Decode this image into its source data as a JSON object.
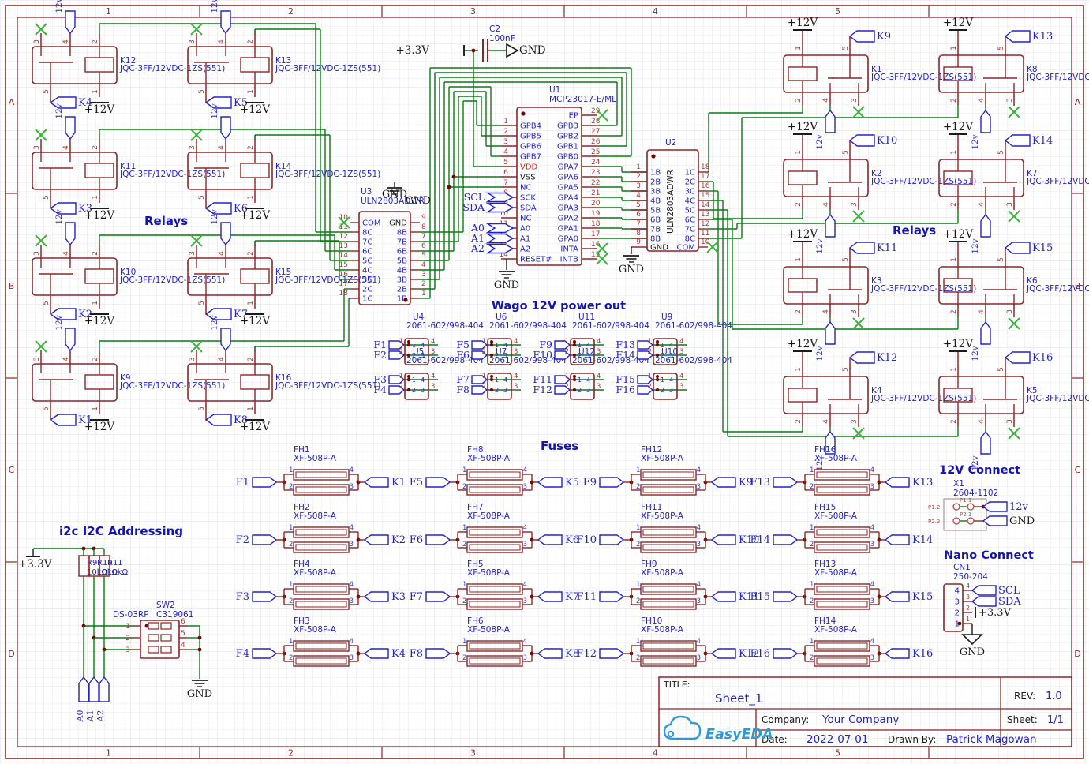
{
  "canvas": {
    "ruler_numbers": [
      "1",
      "2",
      "3",
      "4",
      "5"
    ],
    "ruler_letters": [
      "A",
      "B",
      "C",
      "D"
    ]
  },
  "colors": {
    "wire": "#0a7a12",
    "component": "#8b2626",
    "pin_number": "#a33a3a",
    "label_blue": "#2323c8",
    "title_blue": "#1414b4",
    "xmark": "#3cb43c",
    "junction": "#800000",
    "border": "#8b2626",
    "logo_blue": "#2e9bd6",
    "pad_red": "#c04545",
    "vdd_red": "#d02020",
    "black": "#1a1a1a"
  },
  "section_titles": {
    "relays_left": "Relays",
    "relays_right": "Relays",
    "wago": "Wago 12V power out",
    "fuses": "Fuses",
    "i2c": "i2c I2C Addressing",
    "v12": "12V Connect",
    "nano": "Nano Connect"
  },
  "power_labels": {
    "p12": "+12V",
    "p33": "+3.3V",
    "gnd": "GND",
    "v12_port": "12v"
  },
  "relay_part": "JQC-3FF/12VDC-1ZS(551)",
  "relay_pin_numbers": {
    "top": [
      "3",
      "4",
      "2"
    ],
    "bottom": [
      "5",
      "1"
    ],
    "right_top": [
      "1",
      "5"
    ],
    "right_bottom": [
      "2",
      "4",
      "3"
    ]
  },
  "left_relays": [
    {
      "ref": "K12",
      "port": "K4"
    },
    {
      "ref": "K11",
      "port": "K3"
    },
    {
      "ref": "K10",
      "port": "K2"
    },
    {
      "ref": "K9",
      "port": "K1"
    },
    {
      "ref": "K13",
      "port": "K5"
    },
    {
      "ref": "K14",
      "port": "K6"
    },
    {
      "ref": "K15",
      "port": "K7"
    },
    {
      "ref": "K16",
      "port": "K8"
    }
  ],
  "right_relays": [
    {
      "ref": "K1",
      "port": "K9"
    },
    {
      "ref": "K2",
      "port": "K10"
    },
    {
      "ref": "K3",
      "port": "K11"
    },
    {
      "ref": "K4",
      "port": "K12"
    },
    {
      "ref": "K8",
      "port": "K13"
    },
    {
      "ref": "K7",
      "port": "K14"
    },
    {
      "ref": "K6",
      "port": "K15"
    },
    {
      "ref": "K5",
      "port": "K16"
    }
  ],
  "u1": {
    "ref": "U1",
    "part": "MCP23017-E/ML",
    "left": [
      [
        "1",
        "GPB4"
      ],
      [
        "2",
        "GPB5"
      ],
      [
        "3",
        "GPB6"
      ],
      [
        "4",
        "GPB7"
      ],
      [
        "5",
        "VDD"
      ],
      [
        "6",
        "VSS"
      ],
      [
        "7",
        "NC"
      ],
      [
        "8",
        "SCK"
      ],
      [
        "9",
        "SDA"
      ],
      [
        "10",
        "NC"
      ],
      [
        "11",
        "A0"
      ],
      [
        "12",
        "A1"
      ],
      [
        "13",
        "A2"
      ],
      [
        "14",
        "RESET#"
      ]
    ],
    "right": [
      [
        "29",
        "EP"
      ],
      [
        "28",
        "GPB3"
      ],
      [
        "27",
        "GPB2"
      ],
      [
        "26",
        "GPB1"
      ],
      [
        "25",
        "GPB0"
      ],
      [
        "24",
        "GPA7"
      ],
      [
        "23",
        "GPA6"
      ],
      [
        "22",
        "GPA5"
      ],
      [
        "21",
        "GPA4"
      ],
      [
        "20",
        "GPA3"
      ],
      [
        "19",
        "GPA2"
      ],
      [
        "18",
        "GPA1"
      ],
      [
        "17",
        "GPA0"
      ],
      [
        "16",
        "INTA"
      ],
      [
        "15",
        "INTB"
      ]
    ]
  },
  "u1_flags": {
    "scl": "SCL",
    "sda": "SDA",
    "addr": [
      "A0",
      "A1",
      "A2"
    ]
  },
  "u2": {
    "ref": "U2",
    "part": "ULN2803ADWR",
    "left": [
      [
        "1",
        "1B"
      ],
      [
        "2",
        "2B"
      ],
      [
        "3",
        "3B"
      ],
      [
        "4",
        "4B"
      ],
      [
        "5",
        "5B"
      ],
      [
        "6",
        "6B"
      ],
      [
        "7",
        "7B"
      ],
      [
        "8",
        "8B"
      ],
      [
        "9",
        "GND"
      ]
    ],
    "right": [
      [
        "18",
        "1C"
      ],
      [
        "17",
        "2C"
      ],
      [
        "16",
        "3C"
      ],
      [
        "15",
        "4C"
      ],
      [
        "14",
        "5C"
      ],
      [
        "13",
        "6C"
      ],
      [
        "12",
        "7C"
      ],
      [
        "11",
        "8C"
      ],
      [
        "10",
        "COM"
      ]
    ]
  },
  "u3": {
    "ref": "U3",
    "part": "ULN2803ADWR",
    "left": [
      [
        "10",
        "COM"
      ],
      [
        "11",
        "8C"
      ],
      [
        "12",
        "7C"
      ],
      [
        "13",
        "6C"
      ],
      [
        "14",
        "5C"
      ],
      [
        "15",
        "4C"
      ],
      [
        "16",
        "3C"
      ],
      [
        "17",
        "2C"
      ],
      [
        "18",
        "1C"
      ]
    ],
    "right": [
      [
        "9",
        "GND"
      ],
      [
        "8",
        "8B"
      ],
      [
        "7",
        "7B"
      ],
      [
        "6",
        "6B"
      ],
      [
        "5",
        "5B"
      ],
      [
        "4",
        "4B"
      ],
      [
        "3",
        "3B"
      ],
      [
        "2",
        "2B"
      ],
      [
        "1",
        "1B"
      ]
    ]
  },
  "c2": {
    "ref": "C2",
    "value": "100nF"
  },
  "wago": {
    "part": "2061-602/998-404",
    "pin_numbers": {
      "left": [
        "1",
        "2"
      ],
      "right": [
        "4",
        "3"
      ]
    },
    "units": [
      {
        "ref": "U4",
        "f": [
          "F1",
          "F2"
        ]
      },
      {
        "ref": "U5",
        "f": [
          "F3",
          "F4"
        ]
      },
      {
        "ref": "U6",
        "f": [
          "F5",
          "F6"
        ]
      },
      {
        "ref": "U7",
        "f": [
          "F7",
          "F8"
        ]
      },
      {
        "ref": "U11",
        "f": [
          "F9",
          "F10"
        ]
      },
      {
        "ref": "U12",
        "f": [
          "F11",
          "F12"
        ]
      },
      {
        "ref": "U9",
        "f": [
          "F13",
          "F14"
        ]
      },
      {
        "ref": "U10",
        "f": [
          "F15",
          "F16"
        ]
      }
    ]
  },
  "fuses": {
    "part": "XF-508P-A",
    "pin_numbers": [
      "1",
      "4",
      "2",
      "3"
    ],
    "items": [
      {
        "ref": "FH1",
        "in": "F1",
        "out": "K1"
      },
      {
        "ref": "FH2",
        "in": "F2",
        "out": "K2"
      },
      {
        "ref": "FH4",
        "in": "F3",
        "out": "K3"
      },
      {
        "ref": "FH3",
        "in": "F4",
        "out": "K4"
      },
      {
        "ref": "FH8",
        "in": "F5",
        "out": "K5"
      },
      {
        "ref": "FH7",
        "in": "F6",
        "out": "K6"
      },
      {
        "ref": "FH5",
        "in": "F7",
        "out": "K7"
      },
      {
        "ref": "FH6",
        "in": "F8",
        "out": "K8"
      },
      {
        "ref": "FH12",
        "in": "F9",
        "out": "K9"
      },
      {
        "ref": "FH11",
        "in": "F10",
        "out": "K10"
      },
      {
        "ref": "FH9",
        "in": "F11",
        "out": "K11"
      },
      {
        "ref": "FH10",
        "in": "F12",
        "out": "K12"
      },
      {
        "ref": "FH16",
        "in": "F13",
        "out": "K13"
      },
      {
        "ref": "FH15",
        "in": "F14",
        "out": "K14"
      },
      {
        "ref": "FH13",
        "in": "F15",
        "out": "K15"
      },
      {
        "ref": "FH14",
        "in": "F16",
        "out": "K16"
      }
    ]
  },
  "x1": {
    "ref": "X1",
    "part": "2604-1102",
    "rows": [
      {
        "pads": [
          "P1.2",
          "P1.1"
        ],
        "port": "12v"
      },
      {
        "pads": [
          "P2.2",
          "P2.1"
        ],
        "port": "GND"
      }
    ]
  },
  "cn1": {
    "ref": "CN1",
    "part": "250-204",
    "pins": [
      {
        "n": "4",
        "port": "SCL"
      },
      {
        "n": "3",
        "port": "SDA"
      },
      {
        "n": "2",
        "port": "+3.3V"
      },
      {
        "n": "1",
        "port": "GND"
      }
    ]
  },
  "i2c": {
    "resistors": [
      {
        "ref": "R9",
        "value": "10kΩ"
      },
      {
        "ref": "R10",
        "value": "10kΩ"
      },
      {
        "ref": "R11",
        "value": "10kΩ"
      }
    ],
    "switch": {
      "ref": "SW2",
      "part": "DS-03RP",
      "lcsc": "C319061",
      "left_pins": [
        "1",
        "2",
        "3"
      ],
      "right_pins": [
        "6",
        "5",
        "4"
      ]
    },
    "ports": [
      "A0",
      "A1",
      "A2"
    ]
  },
  "titleblock": {
    "title_label": "TITLE:",
    "title": "Sheet_1",
    "rev_label": "REV:",
    "rev": "1.0",
    "company_label": "Company:",
    "company": "Your Company",
    "sheet_label": "Sheet:",
    "sheet": "1/1",
    "date_label": "Date:",
    "date": "2022-07-01",
    "drawn_label": "Drawn By:",
    "drawn_by": "Patrick Magowan",
    "logo": "EasyEDA"
  }
}
